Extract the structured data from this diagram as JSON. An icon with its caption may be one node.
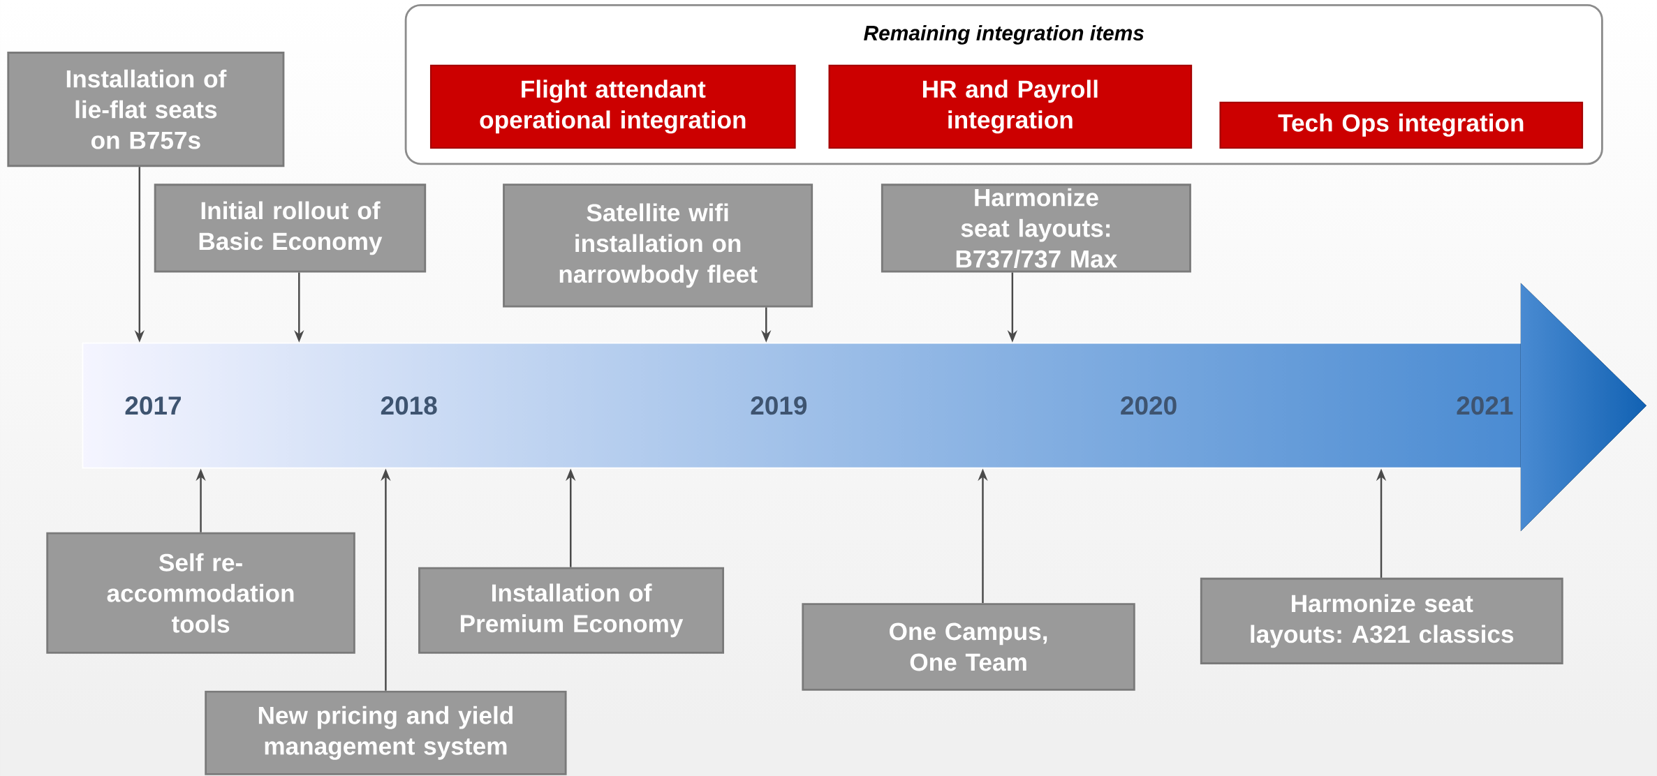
{
  "diagram": {
    "nodes": [
      {
        "text": [
          "Remaining integration items"
        ]
      },
      {
        "text": [
          "Flight attendant operational integration"
        ],
        "in": 0
      },
      {
        "text": [
          "HR and Payroll integration"
        ],
        "in": 0
      },
      {
        "text": [
          "Tech Ops integration"
        ],
        "in": 0
      },
      {
        "text": [
          "Installation of lie-flat seats on B757s"
        ]
      },
      {
        "text": [
          "Initial rollout of Basic Economy"
        ]
      },
      {
        "text": [
          "Satellite wifi installation on narrowbody fleet"
        ]
      },
      {
        "text": [
          "Harmonize seat layouts: B737/737 Max"
        ]
      },
      {
        "text": [],
        "shape": "arrow"
      },
      {
        "text": [
          "Self re-accommodation tools"
        ]
      },
      {
        "text": [
          "New pricing and yield management system"
        ]
      },
      {
        "text": [
          "Installation of Premium Economy"
        ]
      },
      {
        "text": [
          "One Campus, One Team"
        ]
      },
      {
        "text": [
          "Harmonize seat layouts: A321 classics"
        ]
      }
    ],
    "edges": [
      {
        "from": 4,
        "to": 8,
        "arrow": "to"
      },
      {
        "from": 5,
        "to": 8,
        "arrow": "to"
      },
      {
        "from": 6,
        "to": 8,
        "arrow": "to"
      },
      {
        "from": 7,
        "to": 8,
        "arrow": "to"
      },
      {
        "from": 9,
        "to": 8,
        "arrow": "to"
      },
      {
        "from": 10,
        "to": 8,
        "arrow": "to"
      },
      {
        "from": 11,
        "to": 8,
        "arrow": "to"
      },
      {
        "from": 12,
        "to": 8,
        "arrow": "to"
      },
      {
        "from": 13,
        "to": 8,
        "arrow": "to"
      }
    ],
    "labels": [
      "2017",
      "2018",
      "2019",
      "2020",
      "2021"
    ]
  }
}
